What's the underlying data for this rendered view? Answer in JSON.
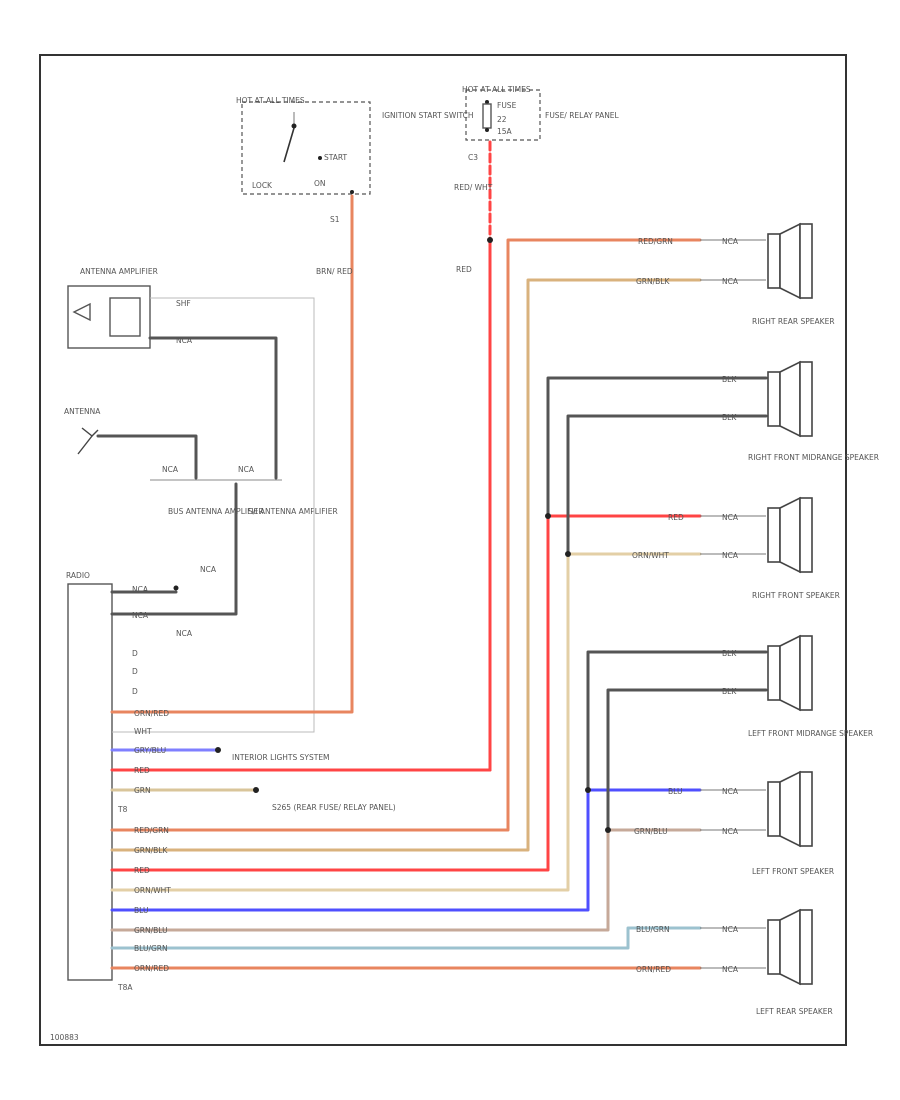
{
  "colors": {
    "red": "#ff4444",
    "orange_red": "#e8855f",
    "tan": "#d9b27d",
    "gray": "#555555",
    "light_gray": "#999999",
    "blue": "#4f4fff",
    "light_blue": "#7fa9ff",
    "brown": "#b08670",
    "teal": "#8fb7c4"
  },
  "components": {
    "ignition_fuse_label": "HOT AT ALL TIMES",
    "ignition_switch_label": "IGNITION START SWITCH",
    "ignition_lock": "LOCK",
    "ignition_on": "ON",
    "ignition_start": "START",
    "fuse_relay_top": "HOT AT ALL TIMES",
    "fuse_label": "FUSE",
    "fuse_id": "22",
    "fuse_amp": "15A",
    "fuse_relay_panel": "FUSE/ RELAY PANEL",
    "fuse_connector": "C3",
    "antenna_amp_label": "ANTENNA AMPLIFIER",
    "antenna_label": "ANTENNA",
    "antenna_amp_bus": "BUS ANTENNA AMPLIFIER",
    "antenna_amp_sub": "S/I ANTENNA AMPLIFIER",
    "radio_label": "RADIO",
    "radio_conn_a": "T8",
    "radio_conn_b": "T8A"
  },
  "wire_labels": {
    "brn_red": "BRN/ RED",
    "s1": "S1",
    "red_wht": "RED/ WHT",
    "red": "RED",
    "shf": "SHF",
    "nca_1": "NCA",
    "nca_2": "NCA",
    "nca_3": "NCA",
    "nca_4": "NCA",
    "nca_5": "NCA",
    "radio_nca_1": "NCA",
    "radio_nca_2": "NCA",
    "orn_red": "ORN/RED",
    "wht": "WHT",
    "gry_blu": "GRY/BLU",
    "red_2": "RED",
    "grn": "GRN",
    "red_grn": "RED/GRN",
    "grn_blk": "GRN/BLK",
    "red_3": "RED",
    "orn_wht": "ORN/WHT",
    "blu": "BLU",
    "grn_blu": "GRN/BLU",
    "blu_grn": "BLU/GRN",
    "orn_red_2": "ORN/RED",
    "interior_lights": "INTERIOR LIGHTS SYSTEM",
    "s265": "S265 (REAR FUSE/ RELAY PANEL)"
  },
  "speakers": {
    "right_rear": "RIGHT REAR SPEAKER",
    "right_front_midrange": "RIGHT FRONT MIDRANGE SPEAKER",
    "right_front": "RIGHT FRONT SPEAKER",
    "left_front_midrange": "LEFT FRONT MIDRANGE SPEAKER",
    "left_front": "LEFT FRONT SPEAKER",
    "left_rear": "LEFT REAR SPEAKER"
  },
  "speaker_wires": {
    "rr_1": "RED/GRN",
    "rr_2": "GRN/BLK",
    "rfm_1": "BLK",
    "rfm_2": "BLK",
    "rf_1": "RED",
    "rf_2": "ORN/WHT",
    "lfm_1": "BLK",
    "lfm_2": "BLK",
    "lf_1": "BLU",
    "lf_2": "GRN/BLU",
    "lr_1": "BLU/GRN",
    "lr_2": "ORN/RED",
    "pin_nca": "NCA"
  },
  "footer_id": "100883"
}
